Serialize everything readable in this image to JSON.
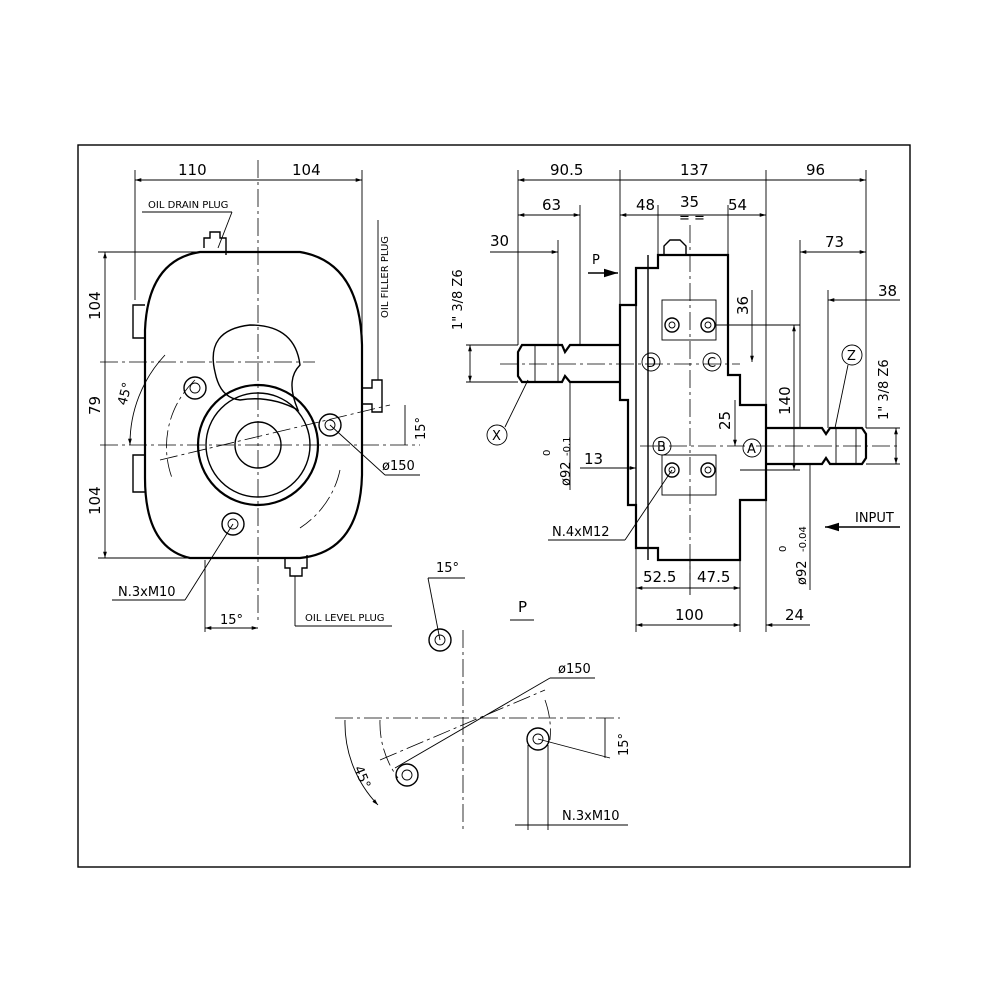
{
  "left_view": {
    "dims": {
      "top_left": "110",
      "top_right": "104",
      "v_top": "104",
      "v_mid": "79",
      "v_bottom": "104"
    },
    "labels": {
      "oil_drain_plug": "OIL DRAIN PLUG",
      "oil_filler_plug": "OIL FILLER PLUG",
      "oil_level_plug": "OIL LEVEL PLUG",
      "bolts": "N.3xM10",
      "diameter": "ø150",
      "angle_45": "45°",
      "angle_15_right": "15°",
      "angle_15_bottom": "15°"
    }
  },
  "right_view": {
    "dims": {
      "d905": "90.5",
      "d137": "137",
      "d96": "96",
      "d63": "63",
      "d48": "48",
      "d35": "35",
      "d54": "54",
      "d30": "30",
      "d73": "73",
      "d38": "38",
      "d36": "36",
      "d140": "140",
      "d25": "25",
      "d13": "13",
      "d525": "52.5",
      "d475": "47.5",
      "d100": "100",
      "d24": "24"
    },
    "labels": {
      "thread_left": "1\" 3/8 Z6",
      "thread_right": "1\" 3/8 Z6",
      "tol_left": "ø92",
      "tol_left_sup": "0",
      "tol_left_sub": "-0.1",
      "tol_right": "ø92",
      "tol_right_sup": "0",
      "tol_right_sub": "-0.04",
      "bolts": "N.4xM12",
      "input": "INPUT",
      "view_arrow": "P",
      "marker_x": "X",
      "marker_z": "Z",
      "marker_a": "A",
      "marker_b": "B",
      "marker_c": "C",
      "marker_d": "D",
      "equal_mark": "= ="
    }
  },
  "detail_view": {
    "title": "P",
    "labels": {
      "angle_15_top": "15°",
      "diameter": "ø150",
      "angle_15_right": "15°",
      "angle_45": "45°",
      "bolts": "N.3xM10"
    }
  }
}
